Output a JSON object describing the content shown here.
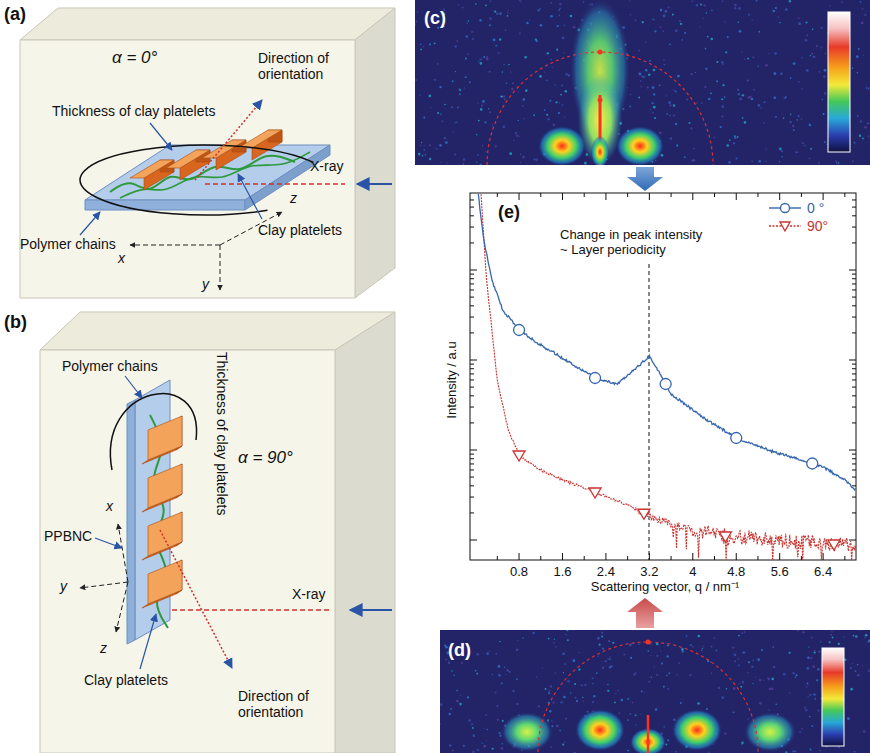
{
  "diagram": {
    "labels": [
      "(a)",
      "α = 0°",
      "Direction of orientation",
      "Thickness of clay platelets",
      "X-ray",
      "z",
      "Polymer chains",
      "Clay platelets",
      "x",
      "y",
      "(b)",
      "Polymer chains",
      "Thickness of clay platelets",
      "α = 90°",
      "x",
      "PPBNC",
      "y",
      "X-ray",
      "z",
      "Clay platelets",
      "Direction of orientation",
      "(c)",
      "(e)",
      "Change in peak intensity ~ Layer periodicity",
      "Intensity / a.u",
      "0.8",
      "1.6",
      "2.4",
      "3.2",
      "4",
      "4.8",
      "5.6",
      "6.4",
      "Scattering vector, q / nm⁻¹",
      "(d)"
    ],
    "legend": [
      {
        "text": "0 °"
      },
      {
        "text": "90°"
      }
    ]
  }
}
